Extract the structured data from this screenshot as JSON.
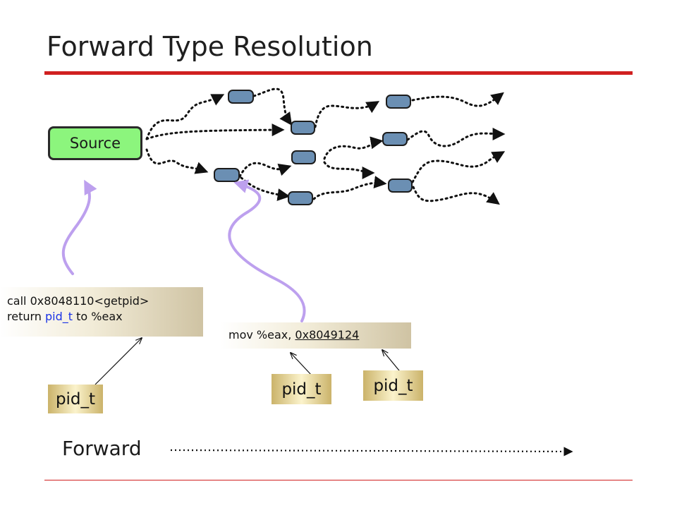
{
  "title": "Forward Type Resolution",
  "source_label": "Source",
  "code_box_1": {
    "line1": "call  0x8048110<getpid>",
    "line2_prefix": "return ",
    "line2_type": "pid_t",
    "line2_suffix": " to %eax"
  },
  "code_box_2": {
    "prefix": "mov %eax, ",
    "address": "0x8049124"
  },
  "type_tags": [
    "pid_t",
    "pid_t",
    "pid_t"
  ],
  "direction_label": "Forward",
  "colors": {
    "title_rule": "#d02020",
    "source_fill": "#8cf57d",
    "node_fill": "#6b8fb3",
    "flow_arrow": "#7a6cbb",
    "highlight_type": "#1a32e6"
  }
}
